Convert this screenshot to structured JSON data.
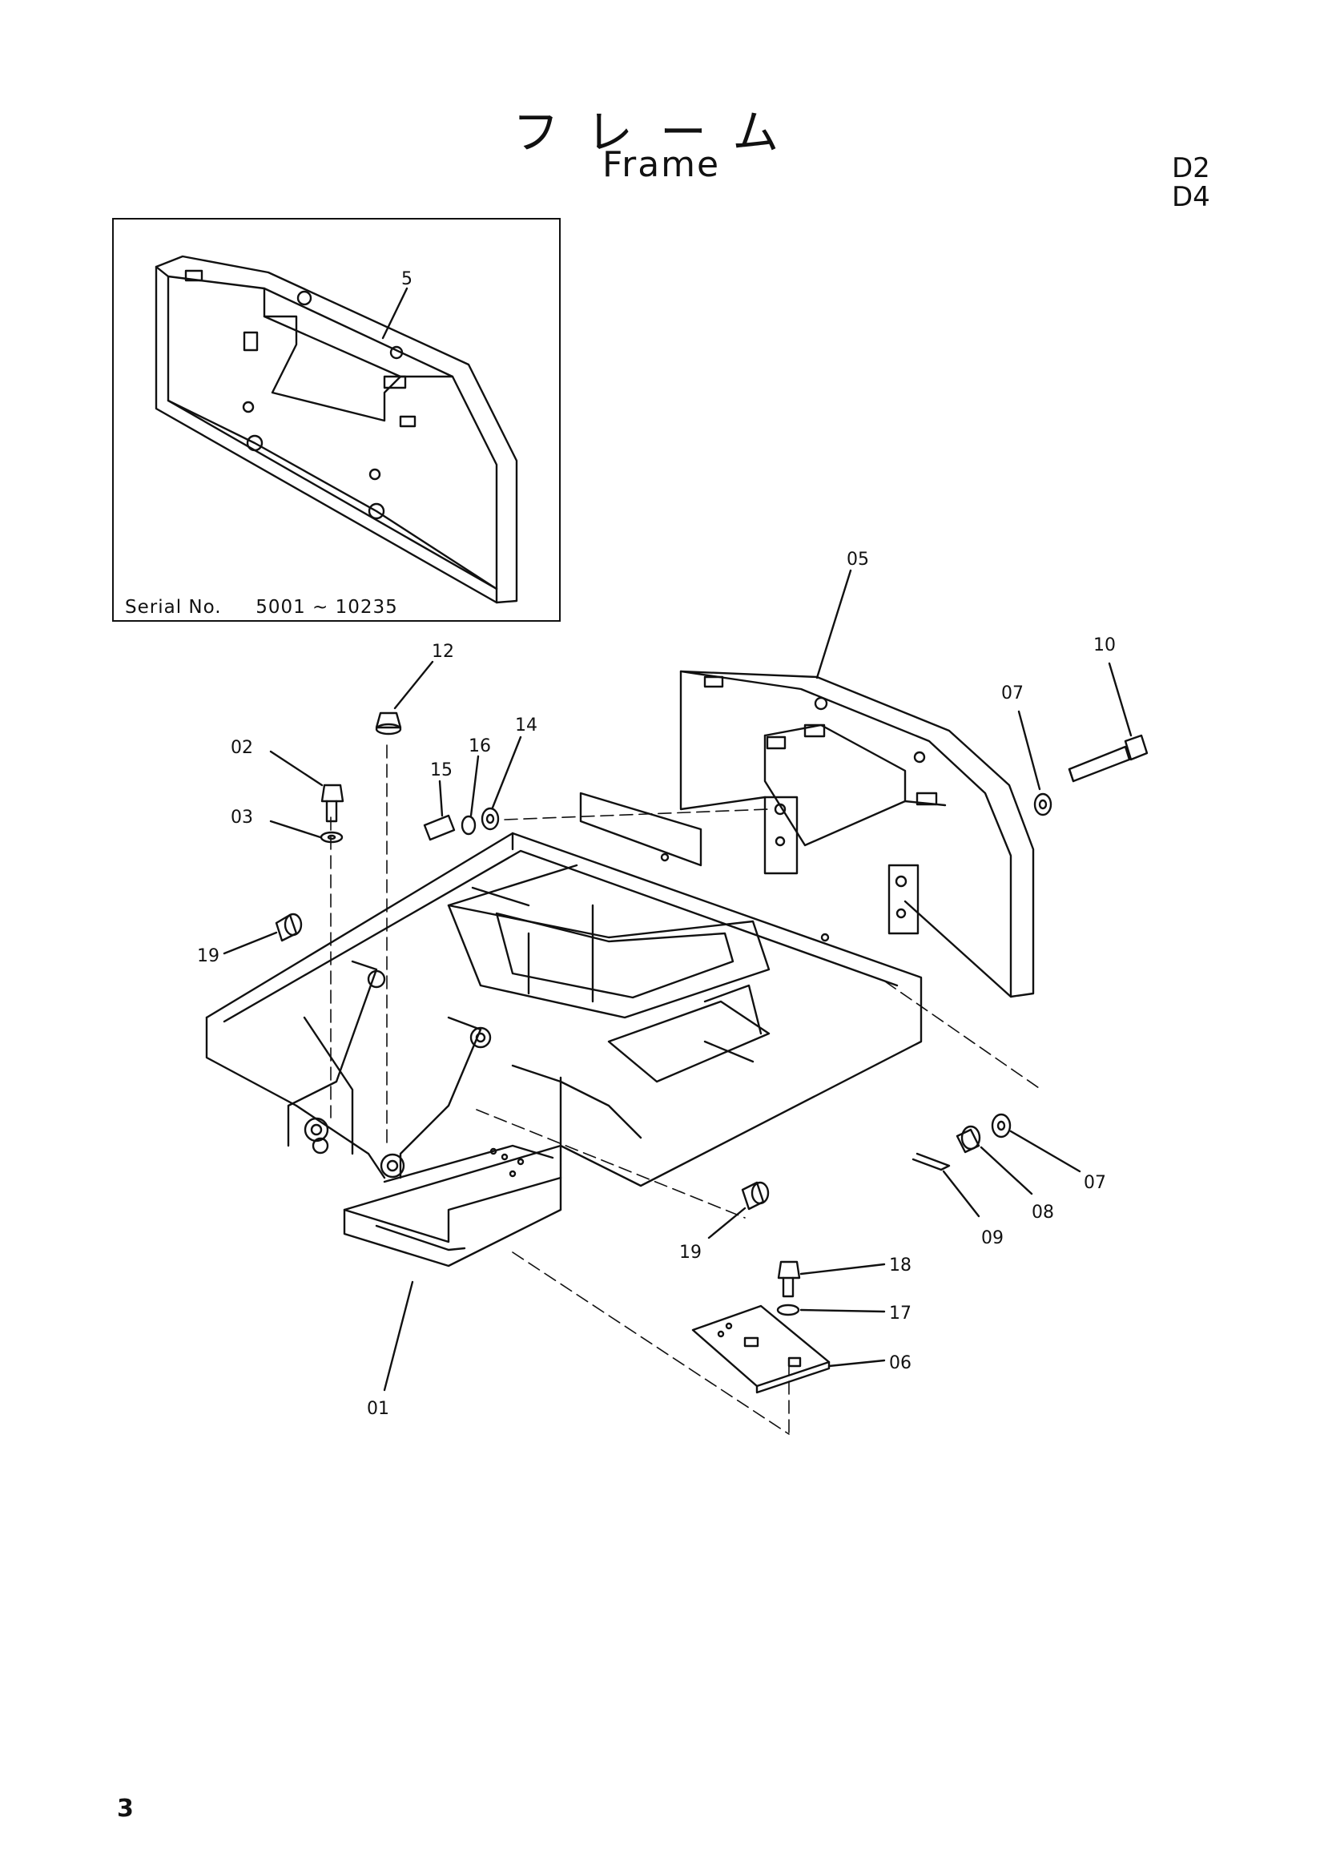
{
  "header": {
    "title_jp": "フレーム",
    "title_en": "Frame",
    "codes": [
      "D2",
      "D4"
    ]
  },
  "inset": {
    "serial_label": "Serial No.",
    "serial_range": "5001 ~ 10235",
    "callout": "5"
  },
  "callouts": {
    "p01": "01",
    "p02": "02",
    "p03": "03",
    "p05": "05",
    "p06": "06",
    "p07a": "07",
    "p07b": "07",
    "p08": "08",
    "p09": "09",
    "p10": "10",
    "p12": "12",
    "p14": "14",
    "p15": "15",
    "p16": "16",
    "p17": "17",
    "p18": "18",
    "p19a": "19",
    "p19b": "19"
  },
  "footer": {
    "page_number": "3"
  }
}
